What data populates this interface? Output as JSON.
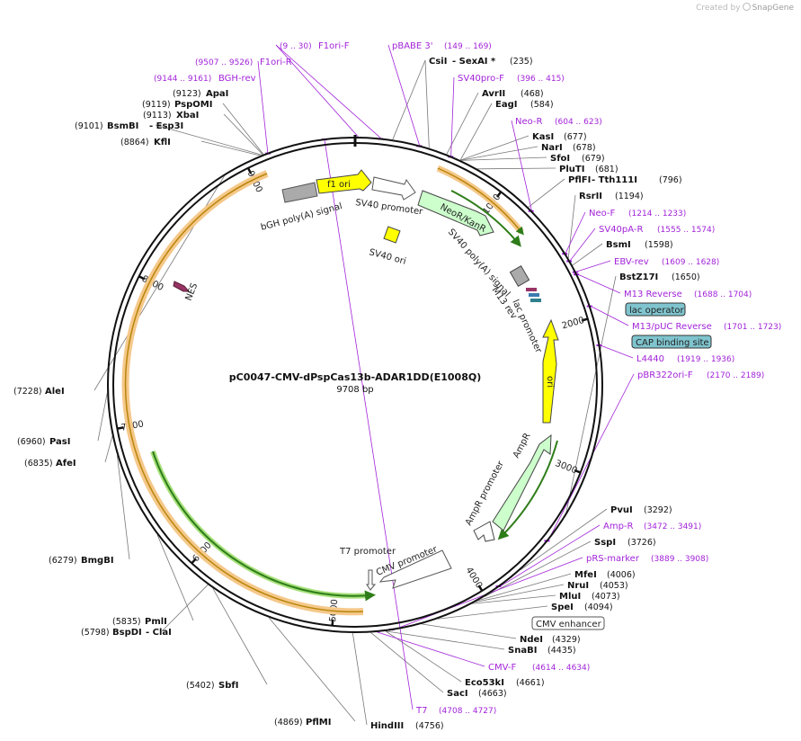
{
  "credit": {
    "prefix": "Created by",
    "brand": "SnapGene"
  },
  "title": "pC0047-CMV-dPspCas13b-ADAR1DD(E1008Q)",
  "length_label": "9708 bp",
  "total_bp": 9708,
  "ticks": [
    "1000",
    "2000",
    "3000",
    "4000",
    "5000",
    "6000",
    "7000",
    "8000",
    "9000"
  ],
  "enzymes": [
    {
      "name": "CsiI",
      "extra": " - SexAI *",
      "pos": "(235)",
      "bp": 235
    },
    {
      "name": "AvrII",
      "pos": "(468)",
      "bp": 468
    },
    {
      "name": "EagI",
      "pos": "(584)",
      "bp": 584
    },
    {
      "name": "KasI",
      "pos": "(677)",
      "bp": 677
    },
    {
      "name": "NarI",
      "pos": "(678)",
      "bp": 678
    },
    {
      "name": "SfoI",
      "pos": "(679)",
      "bp": 679
    },
    {
      "name": "PluTI",
      "pos": "(681)",
      "bp": 681
    },
    {
      "name": "PflFI",
      "extra": " - Tth111I",
      "pos": "(796)",
      "bp": 796
    },
    {
      "name": "RsrII",
      "pos": "(1194)",
      "bp": 1194
    },
    {
      "name": "BsmI",
      "pos": "(1598)",
      "bp": 1598
    },
    {
      "name": "BstZ17I",
      "pos": "(1650)",
      "bp": 1650
    },
    {
      "name": "PvuI",
      "pos": "(3292)",
      "bp": 3292
    },
    {
      "name": "SspI",
      "pos": "(3726)",
      "bp": 3726
    },
    {
      "name": "MfeI",
      "pos": "(4006)",
      "bp": 4006
    },
    {
      "name": "NruI",
      "pos": "(4053)",
      "bp": 4053
    },
    {
      "name": "MluI",
      "pos": "(4073)",
      "bp": 4073
    },
    {
      "name": "SpeI",
      "pos": "(4094)",
      "bp": 4094
    },
    {
      "name": "NdeI",
      "pos": "(4329)",
      "bp": 4329
    },
    {
      "name": "SnaBI",
      "pos": "(4435)",
      "bp": 4435
    },
    {
      "name": "Eco53kI",
      "pos": "(4661)",
      "bp": 4661
    },
    {
      "name": "SacI",
      "pos": "(4663)",
      "bp": 4663
    },
    {
      "name": "HindIII",
      "pos": "(4756)",
      "bp": 4756
    },
    {
      "name": "PflMI",
      "pos": "(4869)",
      "bp": 4869
    },
    {
      "name": "SbfI",
      "pos": "(5402)",
      "bp": 5402
    },
    {
      "name": "BspDI",
      "extra": " - ClaI",
      "pos": "(5798)",
      "bp": 5798
    },
    {
      "name": "PmlI",
      "pos": "(5835)",
      "bp": 5835
    },
    {
      "name": "BmgBI",
      "pos": "(6279)",
      "bp": 6279
    },
    {
      "name": "AfeI",
      "pos": "(6835)",
      "bp": 6835
    },
    {
      "name": "PasI",
      "pos": "(6960)",
      "bp": 6960
    },
    {
      "name": "AleI",
      "pos": "(7228)",
      "bp": 7228
    },
    {
      "name": "KflI",
      "pos": "(8864)",
      "bp": 8864
    },
    {
      "name": "BsmBI",
      "extra": " - Esp3I",
      "pos": "(9101)",
      "bp": 9101
    },
    {
      "name": "XbaI",
      "pos": "(9113)",
      "bp": 9113
    },
    {
      "name": "PspOMI",
      "pos": "(9119)",
      "bp": 9119
    },
    {
      "name": "ApaI",
      "pos": "(9123)",
      "bp": 9123
    }
  ],
  "primers": [
    {
      "name": "F1ori-F",
      "pos": "(9 .. 30)",
      "bp": 19
    },
    {
      "name": "pBABE 3'",
      "pos": "(149 .. 169)",
      "bp": 159
    },
    {
      "name": "SV40pro-F",
      "pos": "(396 .. 415)",
      "bp": 405
    },
    {
      "name": "Neo-R",
      "pos": "(604 .. 623)",
      "bp": 613
    },
    {
      "name": "Neo-F",
      "pos": "(1214 .. 1233)",
      "bp": 1223
    },
    {
      "name": "SV40pA-R",
      "pos": "(1555 .. 1574)",
      "bp": 1564
    },
    {
      "name": "EBV-rev",
      "pos": "(1609 .. 1628)",
      "bp": 1618
    },
    {
      "name": "M13 Reverse",
      "pos": "(1688 .. 1704)",
      "bp": 1696
    },
    {
      "name": "M13/pUC Reverse",
      "pos": "(1701 .. 1723)",
      "bp": 1712
    },
    {
      "name": "L4440",
      "pos": "(1919 .. 1936)",
      "bp": 1927
    },
    {
      "name": "pBR322ori-F",
      "pos": "(2170 .. 2189)",
      "bp": 2179
    },
    {
      "name": "Amp-R",
      "pos": "(3472 .. 3491)",
      "bp": 3481
    },
    {
      "name": "pRS-marker",
      "pos": "(3889 .. 3908)",
      "bp": 3898
    },
    {
      "name": "CMV-F",
      "pos": "(4614 .. 4634)",
      "bp": 4624
    },
    {
      "name": "T7",
      "pos": "(4708 .. 4727)",
      "bp": 4717
    },
    {
      "name": "F1ori-R",
      "pos": "(9507 .. 9526)",
      "bp": 9516
    },
    {
      "name": "BGH-rev",
      "pos": "(9144 .. 9161)",
      "bp": 9152
    }
  ],
  "boxed_labels": [
    {
      "name": "lac operator"
    },
    {
      "name": "CAP binding site"
    },
    {
      "name": "CMV enhancer"
    }
  ],
  "features": [
    {
      "name": "f1 ori",
      "color": "#ffff00"
    },
    {
      "name": "SV40 promoter",
      "color": "#ffffff"
    },
    {
      "name": "NeoR/KanR",
      "color": "#ccffcc"
    },
    {
      "name": "SV40 poly(A) signal",
      "color": "#aaaaaa"
    },
    {
      "name": "bGH poly(A) signal",
      "color": "#aaaaaa"
    },
    {
      "name": "SV40 ori",
      "color": "#ffff00"
    },
    {
      "name": "M13 rev",
      "color": "#ffffff"
    },
    {
      "name": "lac promoter",
      "color": "#ffffff"
    },
    {
      "name": "ori",
      "color": "#ffff00"
    },
    {
      "name": "AmpR",
      "color": "#ccffcc"
    },
    {
      "name": "AmpR promoter",
      "color": "#ffffff"
    },
    {
      "name": "CMV promoter",
      "color": "#ffffff"
    },
    {
      "name": "T7 promoter",
      "color": "#ffffff"
    },
    {
      "name": "NES",
      "color": "#993366"
    }
  ],
  "colors": {
    "primer": "#a223d9",
    "orf_fill": "#f5c88a",
    "orf_line": "#2e7d1a",
    "backbone": "#111111"
  }
}
